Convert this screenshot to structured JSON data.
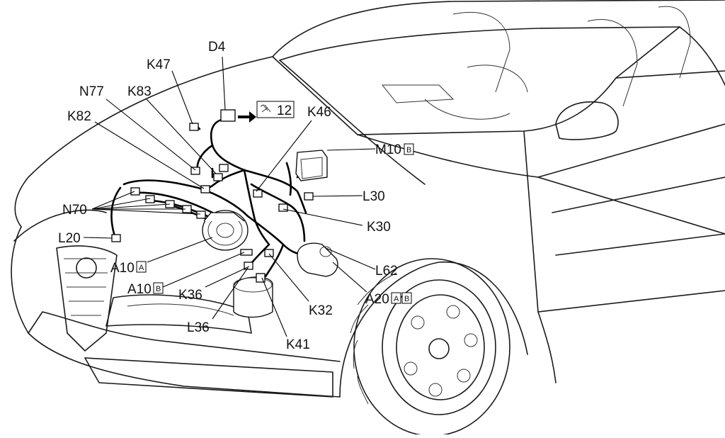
{
  "diagram": {
    "labels": {
      "D4": "D4",
      "K47": "K47",
      "N77": "N77",
      "K83": "K83",
      "K82": "K82",
      "K46": "K46",
      "M10": "M10",
      "M10_box": "B",
      "L30": "L30",
      "N70": "N70",
      "K30": "K30",
      "L20": "L20",
      "L62": "L62",
      "A10a": "A10",
      "A10a_box": "A",
      "A10b": "A10",
      "A10b_box": "B",
      "K36": "K36",
      "K32": "K32",
      "A20": "A20",
      "A20_box1": "A",
      "A20_box2": "B",
      "L36": "L36",
      "K41": "K41",
      "ref_12": "12"
    }
  }
}
